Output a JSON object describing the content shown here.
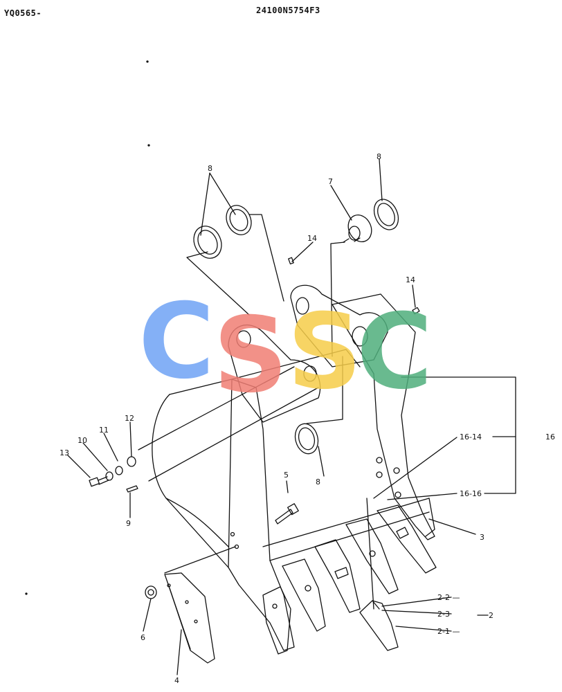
{
  "header": {
    "left_code": "YQ0565-",
    "part_number": "24100N5754F3"
  },
  "watermark": {
    "letters": [
      "C",
      "S",
      "S",
      "C"
    ],
    "colors": [
      "#6fa3f5",
      "#f07e74",
      "#f6cd4a",
      "#4fae7c"
    ]
  },
  "callouts": {
    "c8a": "8",
    "c8b": "8",
    "c8c": "8",
    "c7": "7",
    "c14a": "14",
    "c14b": "14",
    "c12": "12",
    "c11": "11",
    "c10": "10",
    "c13": "13",
    "c9": "9",
    "c5": "5",
    "c6": "6",
    "c4": "4",
    "c3": "3",
    "c16_14": "16-14",
    "c16_16": "16-16",
    "c16": "16",
    "c2_2": "2-2 —",
    "c2_3": "2-3",
    "c2": "2",
    "c2_1": "2-1 —"
  }
}
